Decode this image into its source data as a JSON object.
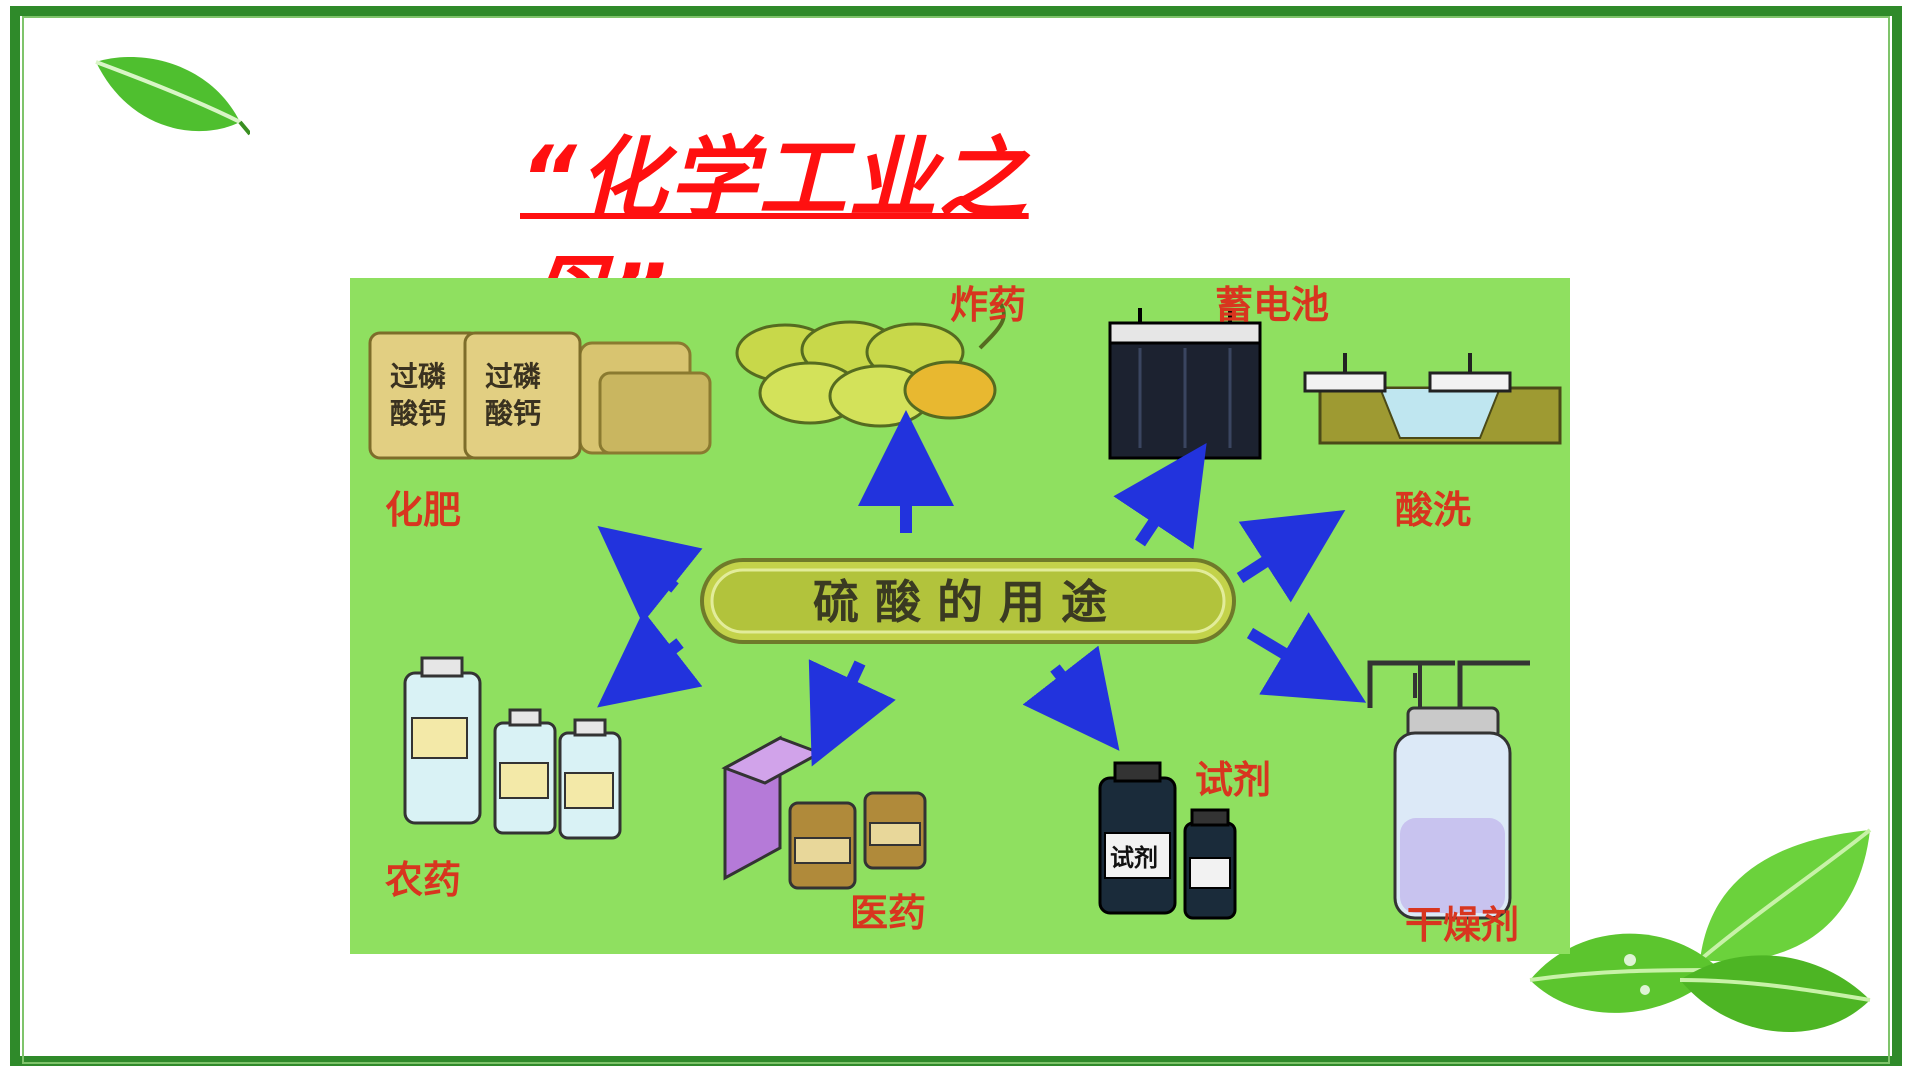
{
  "title": "“化学工业之母”",
  "diagram": {
    "center": "硫酸的用途",
    "uses": [
      "炸药",
      "蓄电池",
      "化肥",
      "酸洗",
      "农药",
      "医药",
      "试剂",
      "干燥剂"
    ],
    "bag_text": [
      "过磷",
      "酸钙",
      "过磷",
      "酸钙"
    ],
    "bottle_label": "试剂"
  },
  "colors": {
    "frame": "#2f8a2a",
    "title": "#ff1010",
    "diagram_bg": "#8fe060",
    "arrow": "#2233dd",
    "label": "#d8351f"
  }
}
